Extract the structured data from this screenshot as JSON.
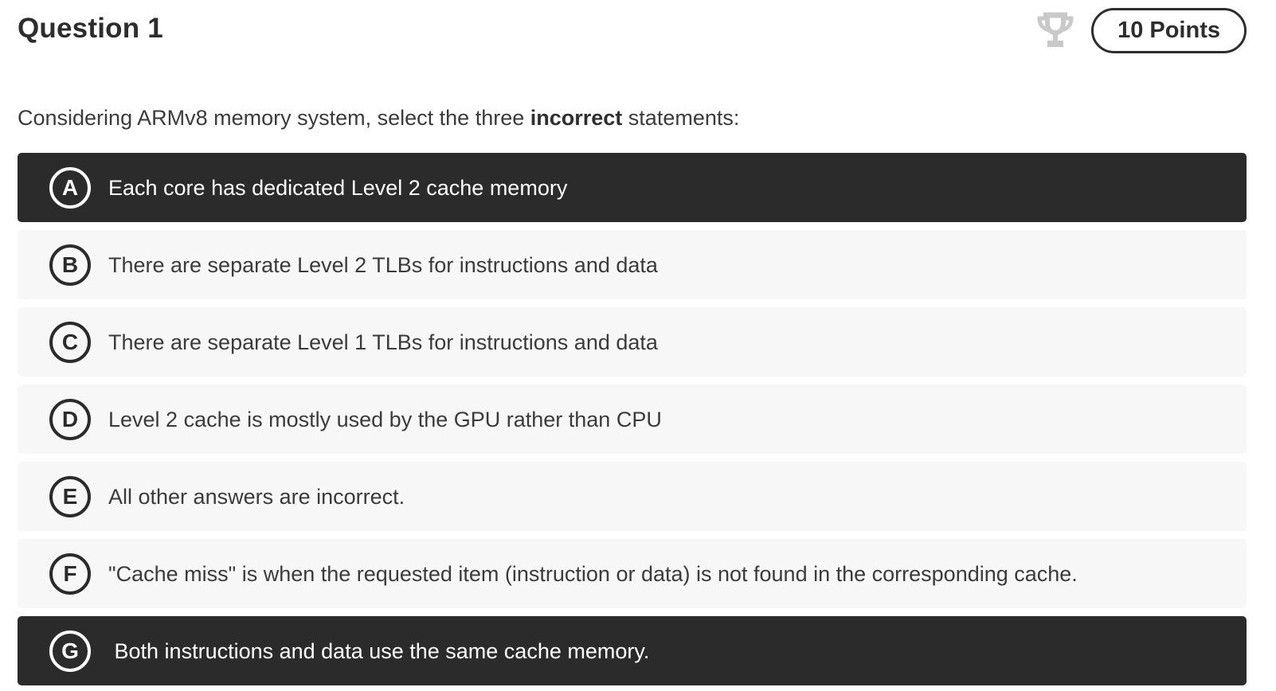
{
  "header": {
    "title": "Question 1",
    "points_label": "10 Points"
  },
  "question": {
    "prefix": "Considering ARMv8 memory system, select the three ",
    "bold": "incorrect",
    "suffix": " statements:"
  },
  "options": [
    {
      "letter": "A",
      "text": "Each core has dedicated Level 2 cache memory",
      "selected": true
    },
    {
      "letter": "B",
      "text": "There are separate Level 2 TLBs for instructions and data",
      "selected": false
    },
    {
      "letter": "C",
      "text": "There are separate Level 1 TLBs for instructions and data",
      "selected": false
    },
    {
      "letter": "D",
      "text": "Level 2 cache is mostly used by the GPU rather than CPU",
      "selected": false
    },
    {
      "letter": "E",
      "text": "All other answers are incorrect.",
      "selected": false
    },
    {
      "letter": "F",
      "text": "\"Cache miss\" is when the requested item (instruction or data) is not found in the corresponding cache.",
      "selected": false
    },
    {
      "letter": "G",
      "text": " Both instructions and data use the same cache memory.",
      "selected": true
    }
  ],
  "colors": {
    "selected_bg": "#2b2b2b",
    "unselected_bg": "#f7f7f7",
    "text_dark": "#3b3b3b",
    "text_light": "#ffffff",
    "title": "#2d2d2d",
    "pill_border": "#2d2d2d",
    "trophy": "#c9c9c9"
  }
}
